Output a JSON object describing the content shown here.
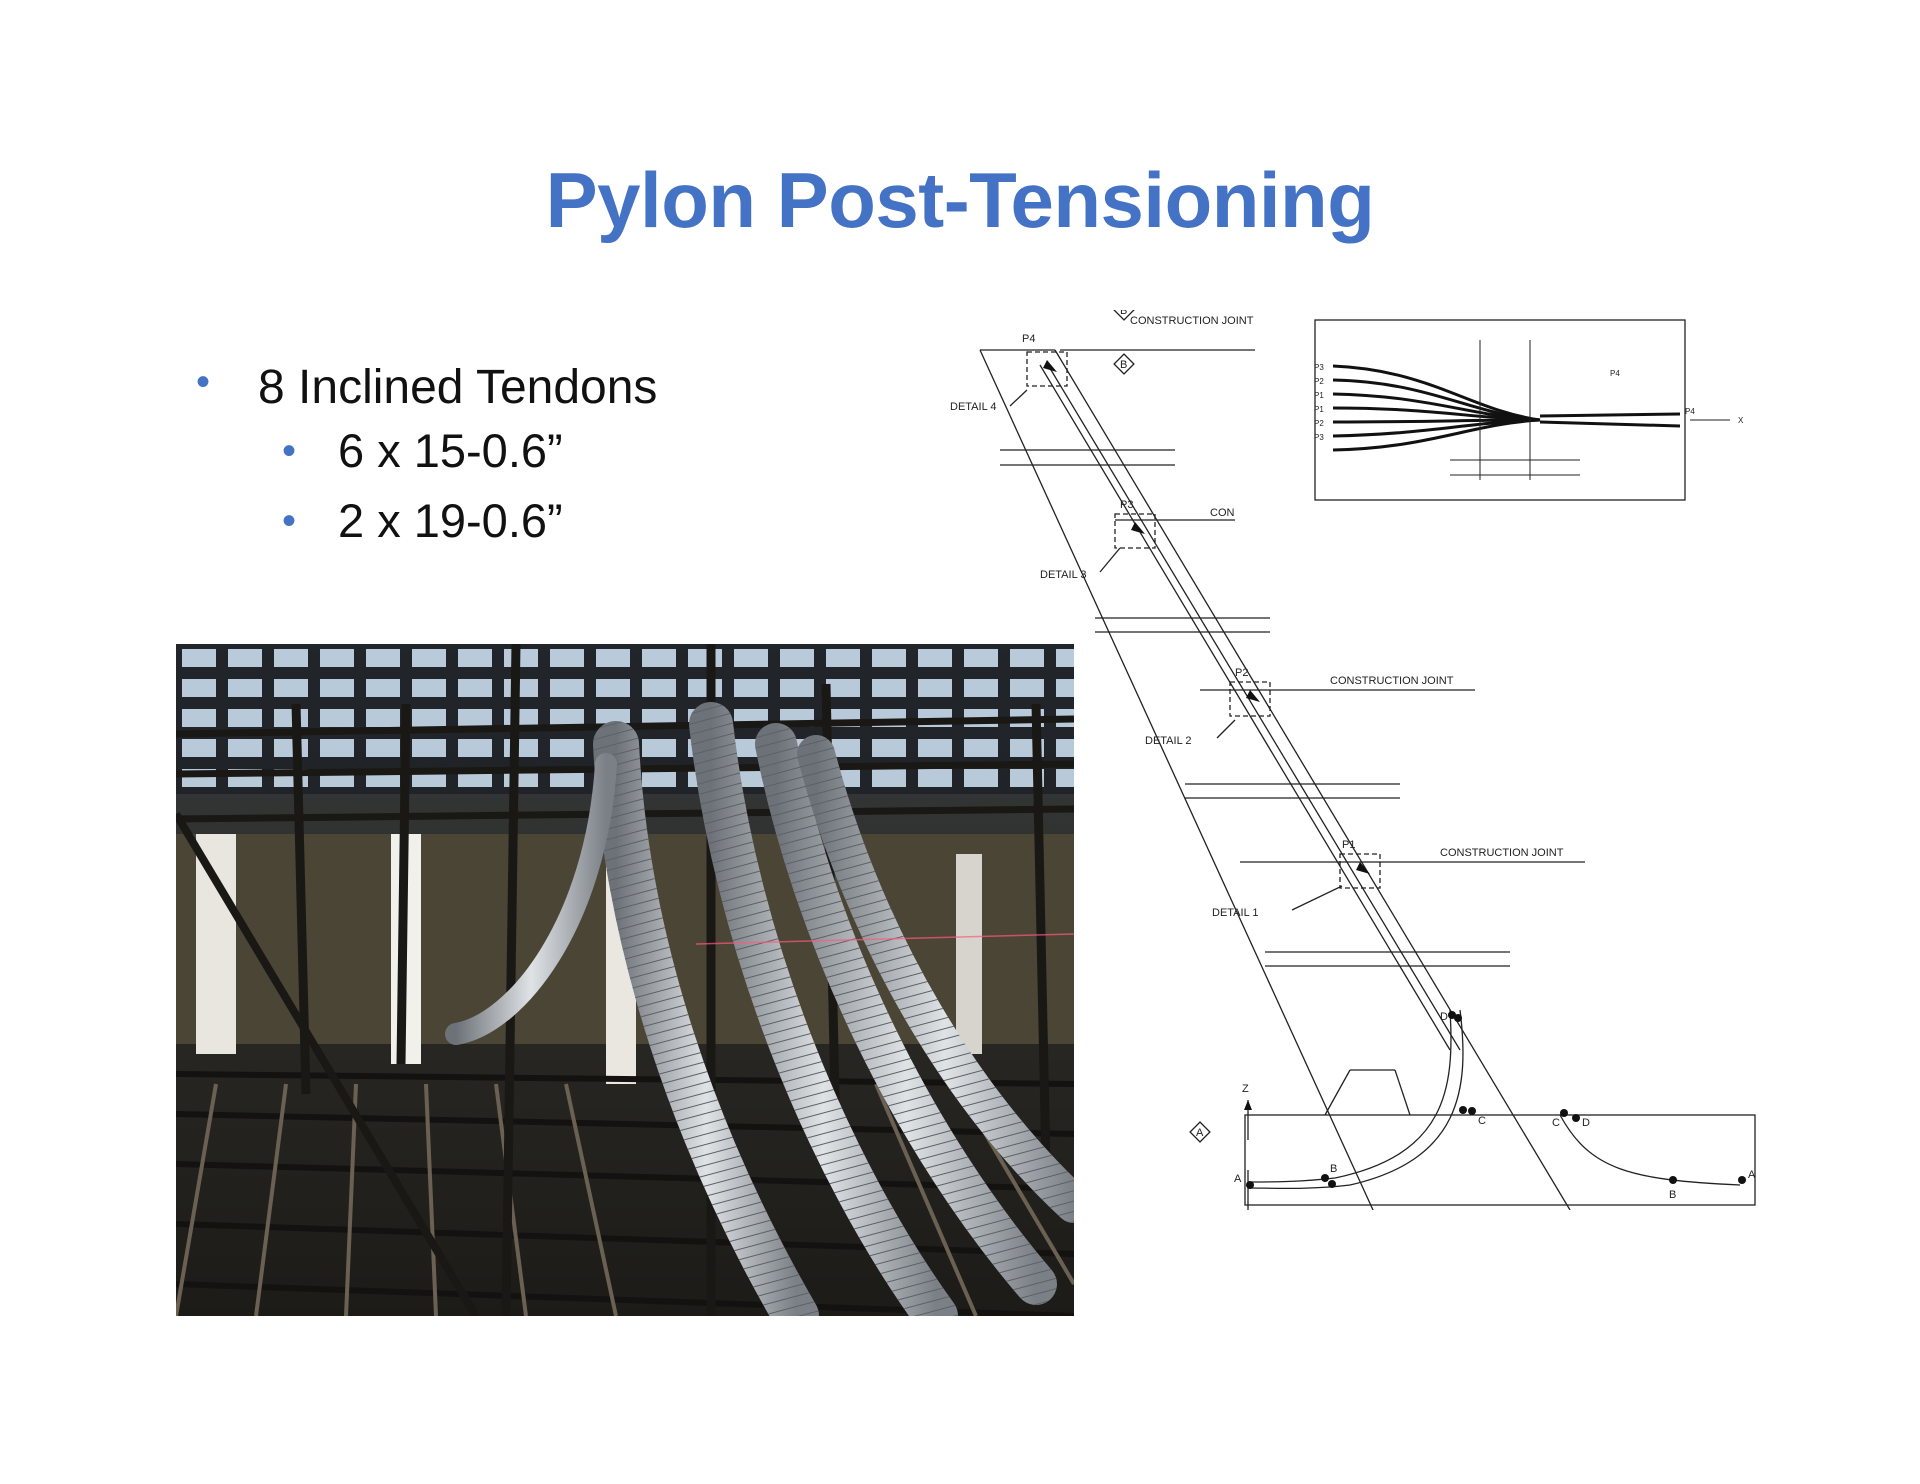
{
  "slide": {
    "title": "Pylon Post-Tensioning",
    "bullets": [
      {
        "text": "8 Inclined Tendons",
        "sub": [
          "6 x 15-0.6”",
          "2 x 19-0.6”"
        ]
      }
    ]
  },
  "drawing": {
    "details": [
      "DETAIL 4",
      "DETAIL 3",
      "DETAIL 2",
      "DETAIL 1"
    ],
    "points": [
      "P4",
      "P3",
      "P2",
      "P1"
    ],
    "joints": [
      "CONSTRUCTION JOINT",
      "CONSTRUCTION JOINT",
      "CONSTRUCTION JOINT",
      "CON"
    ],
    "section_marks": [
      "B",
      "B",
      "A"
    ],
    "curve_points": [
      "A",
      "B",
      "C",
      "D",
      "C",
      "D",
      "B",
      "A"
    ],
    "axis": "Z",
    "inset_labels": [
      "P3",
      "P2",
      "P1",
      "P1",
      "P2",
      "P3",
      "P4",
      "P4",
      "X"
    ]
  }
}
